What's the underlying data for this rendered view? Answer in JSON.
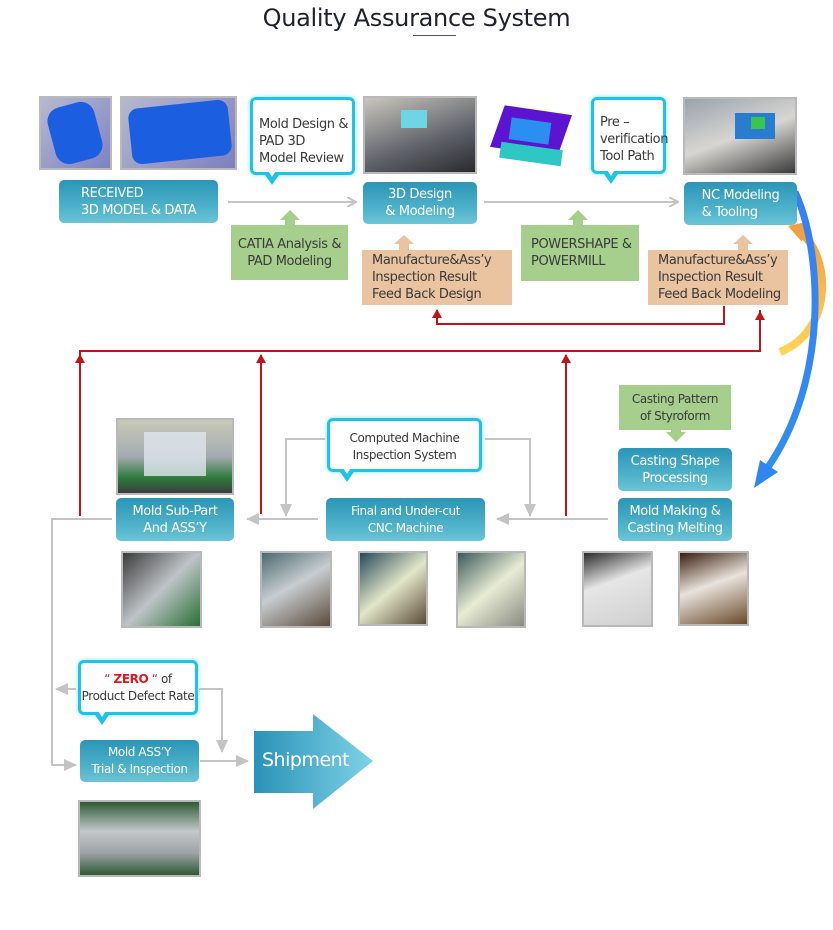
{
  "title": "Quality Assurance System",
  "colors": {
    "blue_box": "#3aa5c1",
    "green_box": "#a6cf8d",
    "tan_box": "#eac3a1",
    "bubble_border": "#1fc3ea",
    "feedback_line": "#c0141a",
    "flow_line": "#c4c4c4",
    "zero_text": "#e8141a"
  },
  "stage1": {
    "received": [
      "RECEIVED",
      "3D MODEL & DATA"
    ],
    "bubble_mold_design": [
      "Mold Design &",
      "PAD 3D",
      " Model Review"
    ],
    "catia": [
      "CATIA Analysis &",
      "PAD Modeling"
    ],
    "design": [
      "3D Design",
      "& Modeling"
    ],
    "feedback_design": [
      "Manufacture&Ass’y",
      "Inspection Result",
      "Feed Back Design"
    ],
    "bubble_preverification": [
      "Pre –",
      "verification",
      "Tool Path"
    ],
    "powershape": [
      "POWERSHAPE &",
      "POWERMILL"
    ],
    "nc": [
      "NC Modeling",
      "& Tooling"
    ],
    "feedback_modeling": [
      "Manufacture&Ass’y",
      "Inspection Result",
      "Feed Back Modeling"
    ]
  },
  "stage2": {
    "casting_pattern": [
      "Casting Pattern",
      "of Styroform"
    ],
    "casting_shape": [
      "Casting Shape",
      "Processing"
    ],
    "mold_making": [
      "Mold Making &",
      "Casting Melting"
    ],
    "bubble_cmm": [
      "Computed Machine",
      "Inspection System"
    ],
    "cnc": [
      "Final and Under-cut",
      "CNC Machine"
    ],
    "subpart": [
      "Mold Sub-Part",
      "And ASS’Y"
    ]
  },
  "stage3": {
    "bubble_zero": {
      "quote_open": "“",
      "highlight": "ZERO",
      "quote_close": "“",
      "suffix": "of",
      "line2": "Product Defect Rate"
    },
    "trial": [
      "Mold ASS’Y",
      "Trial & Inspection"
    ],
    "shipment": "Shipment"
  },
  "photos": {
    "seat_model": "seat-3d-model-photo",
    "bench_model": "bench-seat-3d-model-photo",
    "designer": "designer-at-workstation-photo",
    "mold_render": "mold-3d-render",
    "nc_operator": "nc-operator-photo",
    "subpart_assembly": "subpart-assembly-photo",
    "subpart_mold": "subpart-mold-photo",
    "cnc_1": "cnc-machining-photo-1",
    "cnc_2": "cnc-machining-photo-2",
    "cnc_3": "cnc-machining-photo-3",
    "casting_1": "styroform-pattern-photo",
    "casting_2": "casting-melting-photo",
    "trial_molds": "trial-molds-photo"
  }
}
